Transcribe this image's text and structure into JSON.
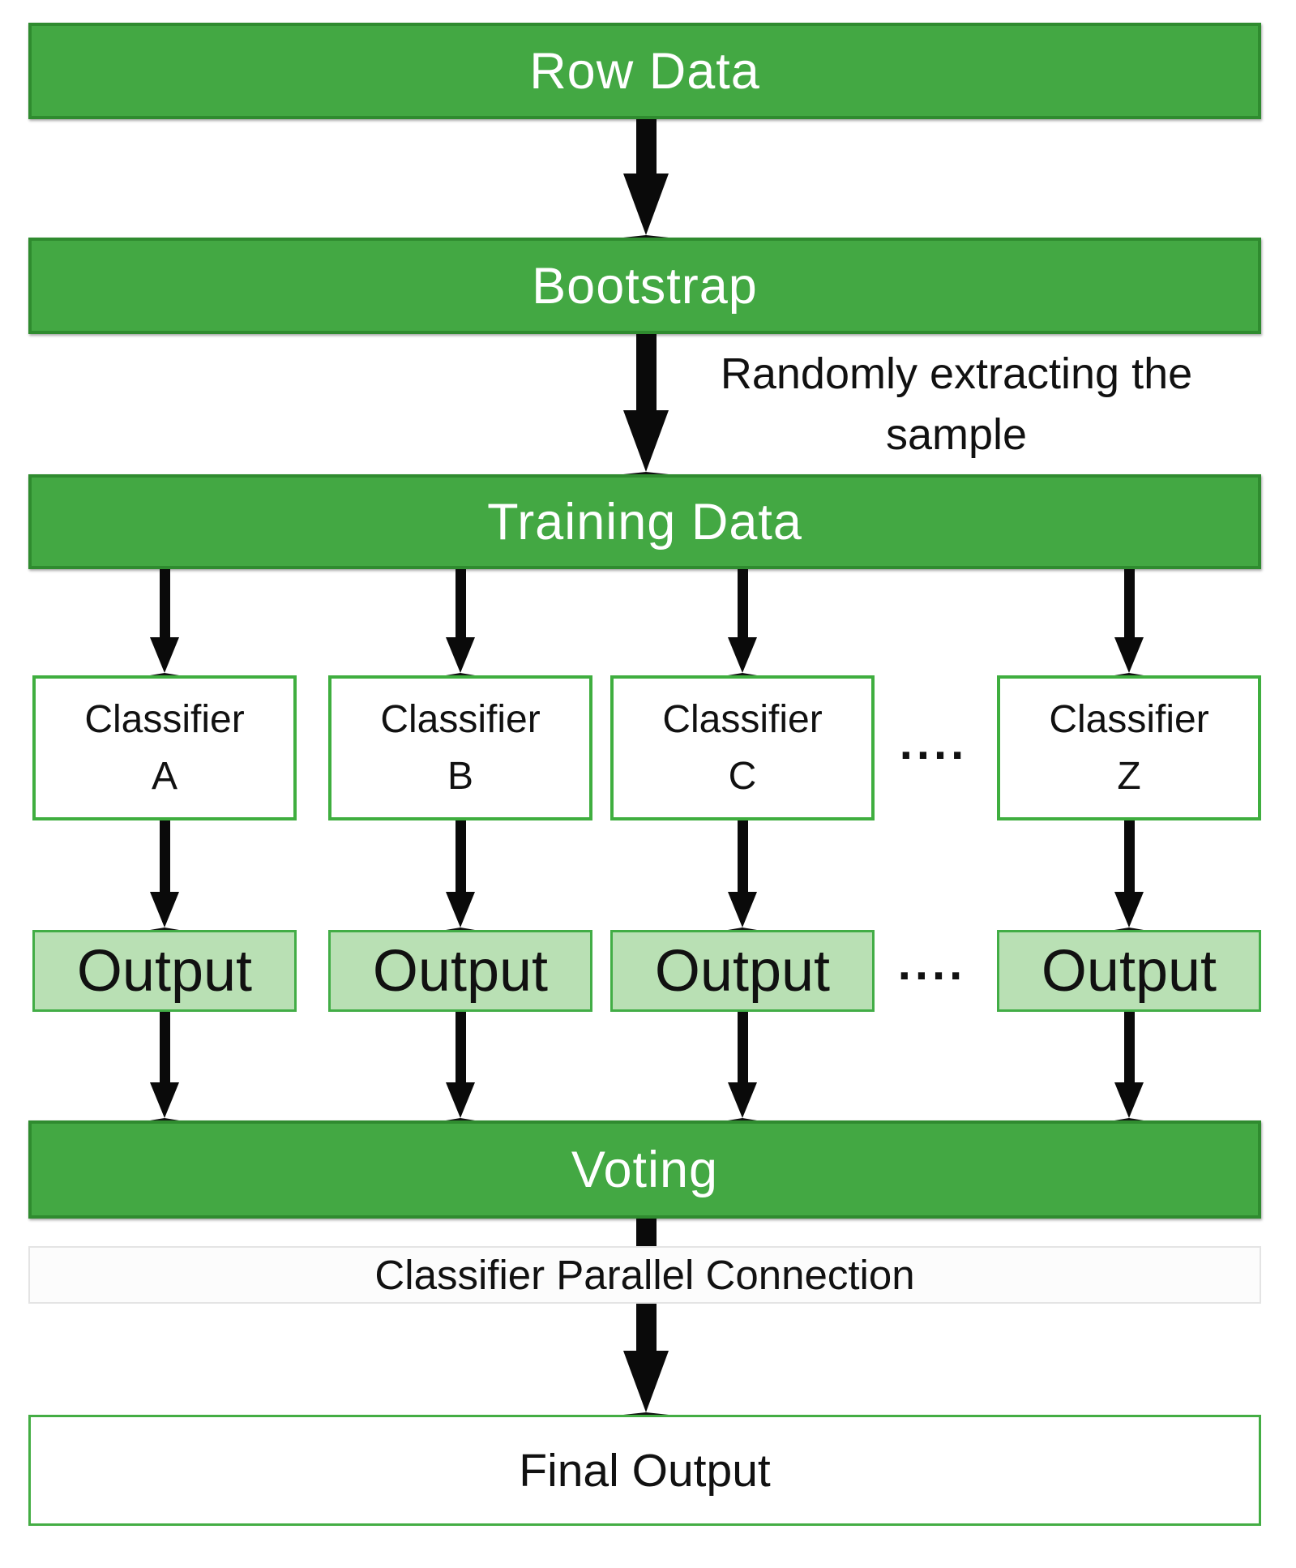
{
  "flow": {
    "row_data": "Row Data",
    "bootstrap": "Bootstrap",
    "sampling_note_line1": "Randomly extracting the",
    "sampling_note_line2": "sample",
    "training_data": "Training Data",
    "classifier_prefix": "Classifier",
    "classifier_ids": [
      "A",
      "B",
      "C",
      "Z"
    ],
    "ellipsis": "....",
    "output_labels": [
      "Output",
      "Output",
      "Output",
      "Output"
    ],
    "voting": "Voting",
    "parallel_connection": "Classifier Parallel Connection",
    "final_output": "Final Output"
  },
  "colors": {
    "bar_fill_green": "#43a843",
    "bar_border_green": "#2f8b2f",
    "box_border_green": "#3fae3f",
    "output_fill_light_green": "#b9e0b4",
    "arrow_black": "#0a0a0a",
    "bar_text_white": "#ffffff",
    "text_black": "#111111",
    "parallel_strip_border_gray": "#e4e4e4"
  }
}
